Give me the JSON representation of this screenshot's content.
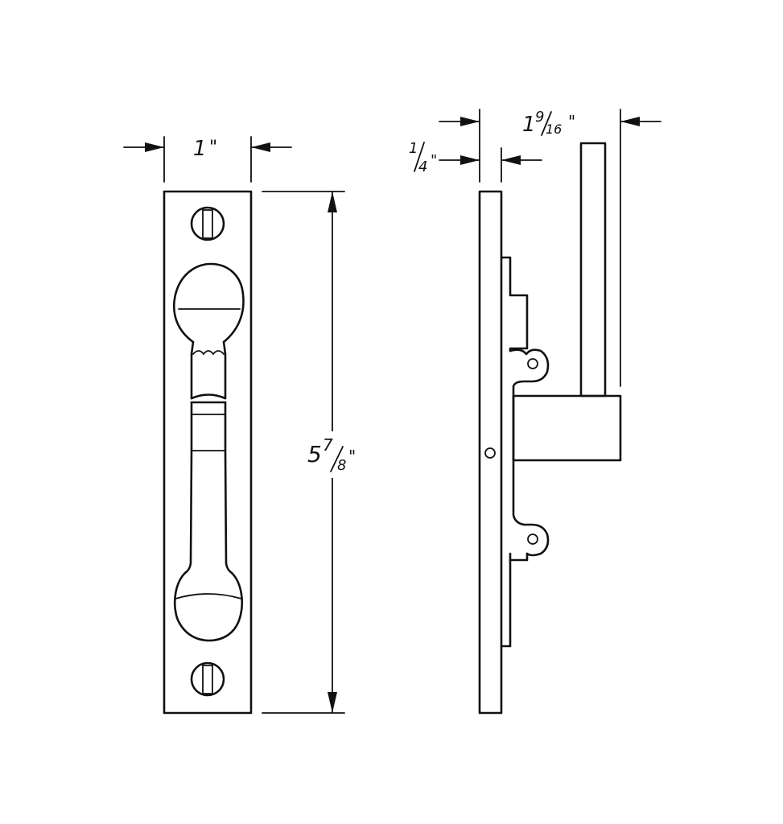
{
  "front_view": {
    "width_whole": "1",
    "width_inch_mark": "\"",
    "height_whole": "5",
    "height_numerator": "7",
    "height_denominator": "8",
    "height_inch_mark": "\""
  },
  "side_view": {
    "plate_numerator": "1",
    "plate_denominator": "4",
    "plate_inch_mark": "\"",
    "depth_whole": "1",
    "depth_numerator": "9",
    "depth_denominator": "16",
    "depth_inch_mark": "\""
  }
}
